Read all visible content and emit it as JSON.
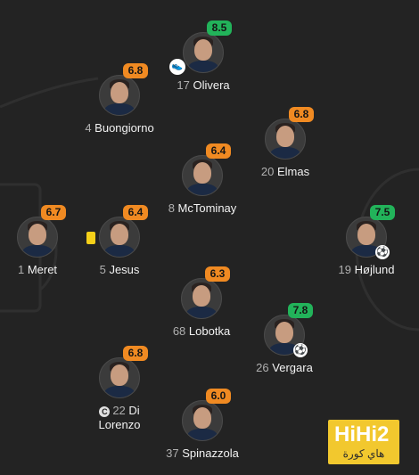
{
  "colors": {
    "background": "#232323",
    "rating_orange": "#f08a22",
    "rating_green": "#22b35a",
    "yellow_card": "#f5d019",
    "watermark": "#f2c82e"
  },
  "players": [
    {
      "id": "olivera",
      "number": "17",
      "name": "Olivera",
      "rating": "8.5",
      "rating_color": "green",
      "badges": [
        "assist-boot-icon"
      ]
    },
    {
      "id": "buongiorno",
      "number": "4",
      "name": "Buongiorno",
      "rating": "6.8",
      "rating_color": "orange"
    },
    {
      "id": "elmas",
      "number": "20",
      "name": "Elmas",
      "rating": "6.8",
      "rating_color": "orange"
    },
    {
      "id": "mctominay",
      "number": "8",
      "name": "McTominay",
      "rating": "6.4",
      "rating_color": "orange"
    },
    {
      "id": "meret",
      "number": "1",
      "name": "Meret",
      "rating": "6.7",
      "rating_color": "orange"
    },
    {
      "id": "jesus",
      "number": "5",
      "name": "Jesus",
      "rating": "6.4",
      "rating_color": "orange",
      "badges": [
        "yellow-card-icon"
      ]
    },
    {
      "id": "hojlund",
      "number": "19",
      "name": "Højlund",
      "rating": "7.5",
      "rating_color": "green",
      "badges": [
        "goal-ball-icon"
      ]
    },
    {
      "id": "lobotka",
      "number": "68",
      "name": "Lobotka",
      "rating": "6.3",
      "rating_color": "orange"
    },
    {
      "id": "vergara",
      "number": "26",
      "name": "Vergara",
      "rating": "7.8",
      "rating_color": "green",
      "badges": [
        "goal-ball-icon"
      ]
    },
    {
      "id": "dilorenzo",
      "number": "22",
      "name_line1": "Di",
      "name_line2": "Lorenzo",
      "rating": "6.8",
      "rating_color": "orange",
      "captain_mark": "C"
    },
    {
      "id": "spinazzola",
      "number": "37",
      "name": "Spinazzola",
      "rating": "6.0",
      "rating_color": "orange"
    }
  ],
  "watermark": {
    "main": "HiHi2",
    "sub": "هاي كورة"
  }
}
